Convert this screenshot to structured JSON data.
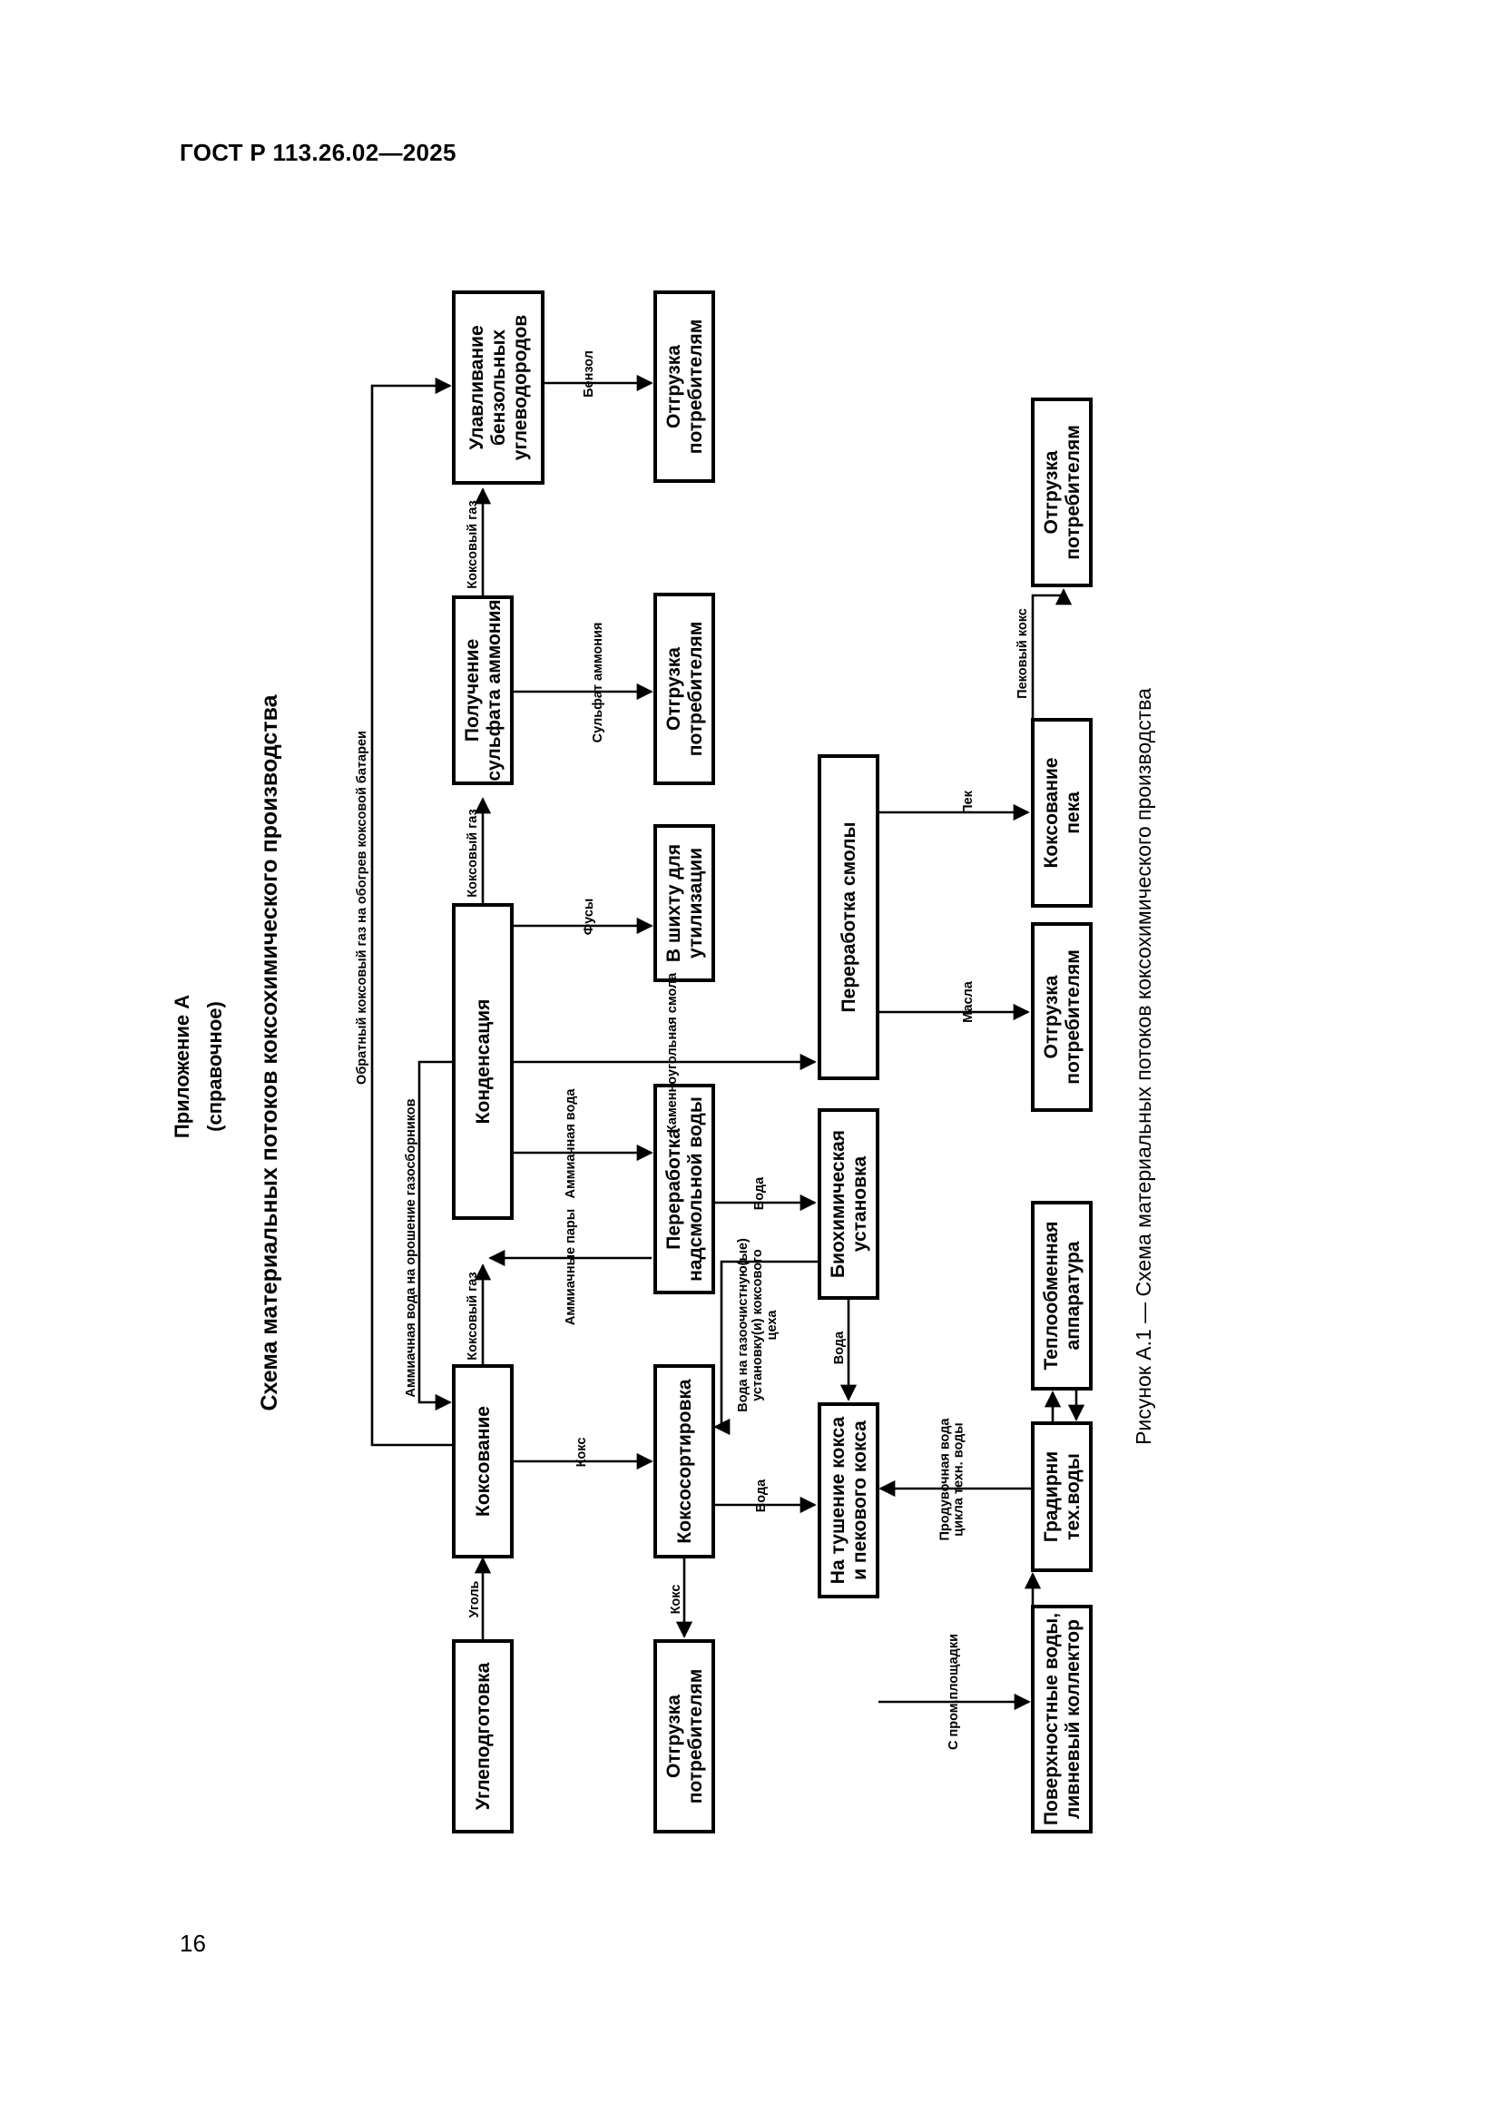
{
  "header": {
    "doc_code": "ГОСТ Р 113.26.02—2025"
  },
  "appendix": {
    "title": "Приложение А",
    "kind": "(справочное)",
    "diagram_title": "Схема материальных потоков коксохимического производства"
  },
  "figure": {
    "caption": "Рисунок А.1 — Схема материальных потоков коксохимического производства",
    "boxes": {
      "ugle_prep": [
        "Углеподготовка"
      ],
      "koksovanie": [
        "Коксование"
      ],
      "kondensaciya": [
        "Конденсация"
      ],
      "sulfat": [
        "Получение",
        "сульфата аммония"
      ],
      "benzol_box": [
        "Улавливание",
        "бензольных",
        "углеводородов"
      ],
      "ship_koks": [
        "Отгрузка",
        "потребителям"
      ],
      "koksosort": [
        "Коксосортировка"
      ],
      "pererab_vody": [
        "Переработка",
        "надсмольной воды"
      ],
      "v_shihtu": [
        "В шихту для",
        "утилизации"
      ],
      "ship_sulfat": [
        "Отгрузка",
        "потребителям"
      ],
      "ship_benzol": [
        "Отгрузка",
        "потребителям"
      ],
      "tushenie": [
        "На тушение кокса",
        "и пекового кокса"
      ],
      "bio": [
        "Биохимическая",
        "установка"
      ],
      "pererab_smoly": [
        "Переработка смолы"
      ],
      "poverh_vody": [
        "Поверхностные воды,",
        "ливневый коллектор"
      ],
      "gradirni": [
        "Градирни",
        "тех.воды"
      ],
      "teploobmen": [
        "Теплообменная",
        "аппаратура"
      ],
      "ship_masla": [
        "Отгрузка",
        "потребителям"
      ],
      "koksovanie_peka": [
        "Коксование",
        "пека"
      ],
      "ship_pek": [
        "Отгрузка",
        "потребителям"
      ]
    },
    "edges": {
      "ugol": "Уголь",
      "koks_to_sort": "Кокс",
      "koks_out": "Кокс",
      "koks_gas_1": "Коксовый газ",
      "koks_gas_2": "Коксовый газ",
      "koks_gas_3": "Коксовый газ",
      "benzol": "Бензол",
      "sulfat_ammoniya": "Сульфат аммония",
      "fusy": "Фусы",
      "ammiachnaya_voda": "Аммиачная вода",
      "ammiachnye_pary": "Аммиачные пары",
      "kamennougolnaya_smola": "Каменноугольная смола",
      "voda_bio": "Вода",
      "voda_tush": "Вода",
      "voda_sort": "Вода",
      "voda_gazoochist": [
        "Вода на газоочистную(ые)",
        "установку(и) коксового",
        "цеха"
      ],
      "obratnyi_gaz": "Обратный коксовый газ на обогрев коксовой батареи",
      "oroshenie": "Аммиачная вода на орошение газосборников",
      "maslo": "Масла",
      "pek": "Пек",
      "pekovyi_koks": "Пековый кокс",
      "prom_ploshadki": "С пром.площадки",
      "produvochnaya": [
        "Продувочная вода",
        "цикла техн. воды"
      ]
    }
  }
}
